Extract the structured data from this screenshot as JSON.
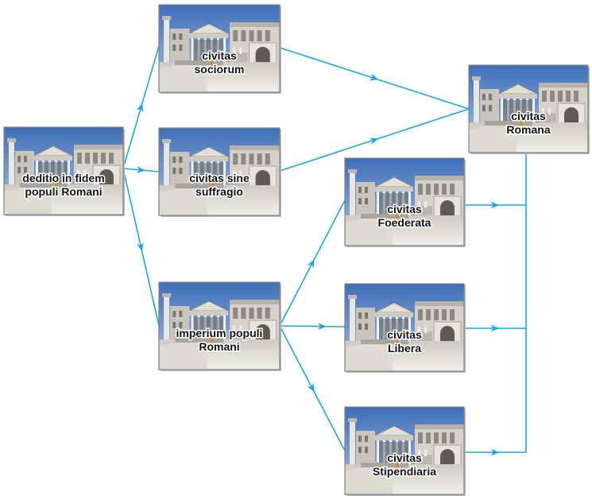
{
  "colors": {
    "edge": "#1ea5e0",
    "sky_top": "#3f6fb8",
    "sky_bottom": "#a9c4e4",
    "building": "#d9d5cc",
    "building_shadow": "#9a968c",
    "ground": "#e8e6e0",
    "frame": "#7f7f7f"
  },
  "nodes": {
    "deditio": {
      "lines": [
        "deditio in fidem",
        "populi Romani"
      ]
    },
    "sociorum": {
      "lines": [
        "civitas",
        "sociorum"
      ]
    },
    "sine": {
      "lines": [
        "civitas sine",
        "suffragio"
      ]
    },
    "imperium": {
      "lines": [
        "imperium populi",
        "Romani"
      ]
    },
    "romana": {
      "lines": [
        "civitas",
        "Romana"
      ]
    },
    "foederata": {
      "lines": [
        "civitas",
        "Foederata"
      ]
    },
    "libera": {
      "lines": [
        "civitas",
        "Libera"
      ]
    },
    "stipendiaria": {
      "lines": [
        "civitas",
        "Stipendiaria"
      ]
    }
  }
}
